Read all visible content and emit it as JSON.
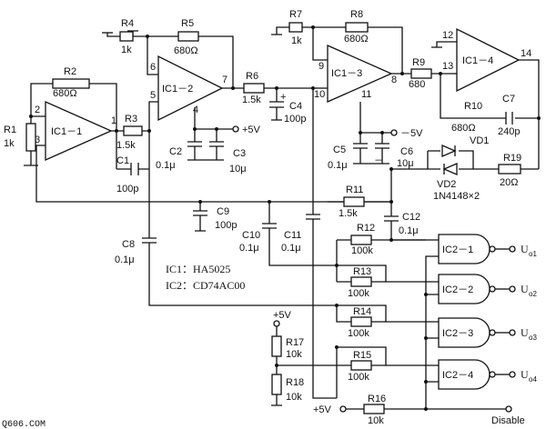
{
  "ic1": {
    "u1": "IC1－1",
    "u2": "IC1－2",
    "u3": "IC1－3",
    "u4": "IC1－4"
  },
  "ic2": {
    "g1": "IC2－1",
    "g2": "IC2－2",
    "g3": "IC2－3",
    "g4": "IC2－4"
  },
  "pins": {
    "p1": "1",
    "p2": "2",
    "p3": "3",
    "p4": "4",
    "p5": "5",
    "p6": "6",
    "p7": "7",
    "p8": "8",
    "p9": "9",
    "p10": "10",
    "p11": "11",
    "p12": "12",
    "p13": "13",
    "p14": "14"
  },
  "resistors": {
    "r1": "R1",
    "r1v": "1k",
    "r2": "R2",
    "r2v": "680Ω",
    "r3": "R3",
    "r3v": "1.5k",
    "r4": "R4",
    "r4v": "1k",
    "r5": "R5",
    "r5v": "680Ω",
    "r6": "R6",
    "r6v": "1.5k",
    "r7": "R7",
    "r7v": "1k",
    "r8": "R8",
    "r8v": "680Ω",
    "r9": "R9",
    "r9v": "680",
    "r10": "R10",
    "r10v": "680Ω",
    "r11": "R11",
    "r11v": "1.5k",
    "r12": "R12",
    "r12v": "100k",
    "r13": "R13",
    "r13v": "100k",
    "r14": "R14",
    "r14v": "100k",
    "r15": "R15",
    "r15v": "100k",
    "r16": "R16",
    "r16v": "10k",
    "r17": "R17",
    "r17v": "10k",
    "r18": "R18",
    "r18v": "10k",
    "r19": "R19",
    "r19v": "20Ω"
  },
  "capacitors": {
    "c1": "C1",
    "c1v": "100p",
    "c2": "C2",
    "c2v": "0.1μ",
    "c3": "C3",
    "c3v": "10μ",
    "c4": "C4",
    "c4v": "100p",
    "c5": "C5",
    "c5v": "0.1μ",
    "c6": "C6",
    "c6v": "10μ",
    "c7": "C7",
    "c7v": "240p",
    "c8": "C8",
    "c8v": "0.1μ",
    "c9": "C9",
    "c9v": "100p",
    "c10": "C10",
    "c10v": "0.1μ",
    "c11": "C11",
    "c11v": "0.1μ",
    "c12": "C12",
    "c12v": "0.1μ"
  },
  "diodes": {
    "vd1": "VD1",
    "vd2": "VD2",
    "part": "1N4148×2"
  },
  "supplies": {
    "pos_a": "+5V",
    "neg": "－5V",
    "pos_b": "+5V",
    "pos_c": "+5V"
  },
  "notes": {
    "ic1_part": "IC1：HA5025",
    "ic2_part": "IC2：CD74AC00"
  },
  "outputs": {
    "o1": "U",
    "o1s": "o1",
    "o2": "U",
    "o2s": "o2",
    "o3": "U",
    "o3s": "o3",
    "o4": "U",
    "o4s": "o4",
    "disable": "Disable"
  },
  "footer": {
    "site": "Q606.COM"
  }
}
